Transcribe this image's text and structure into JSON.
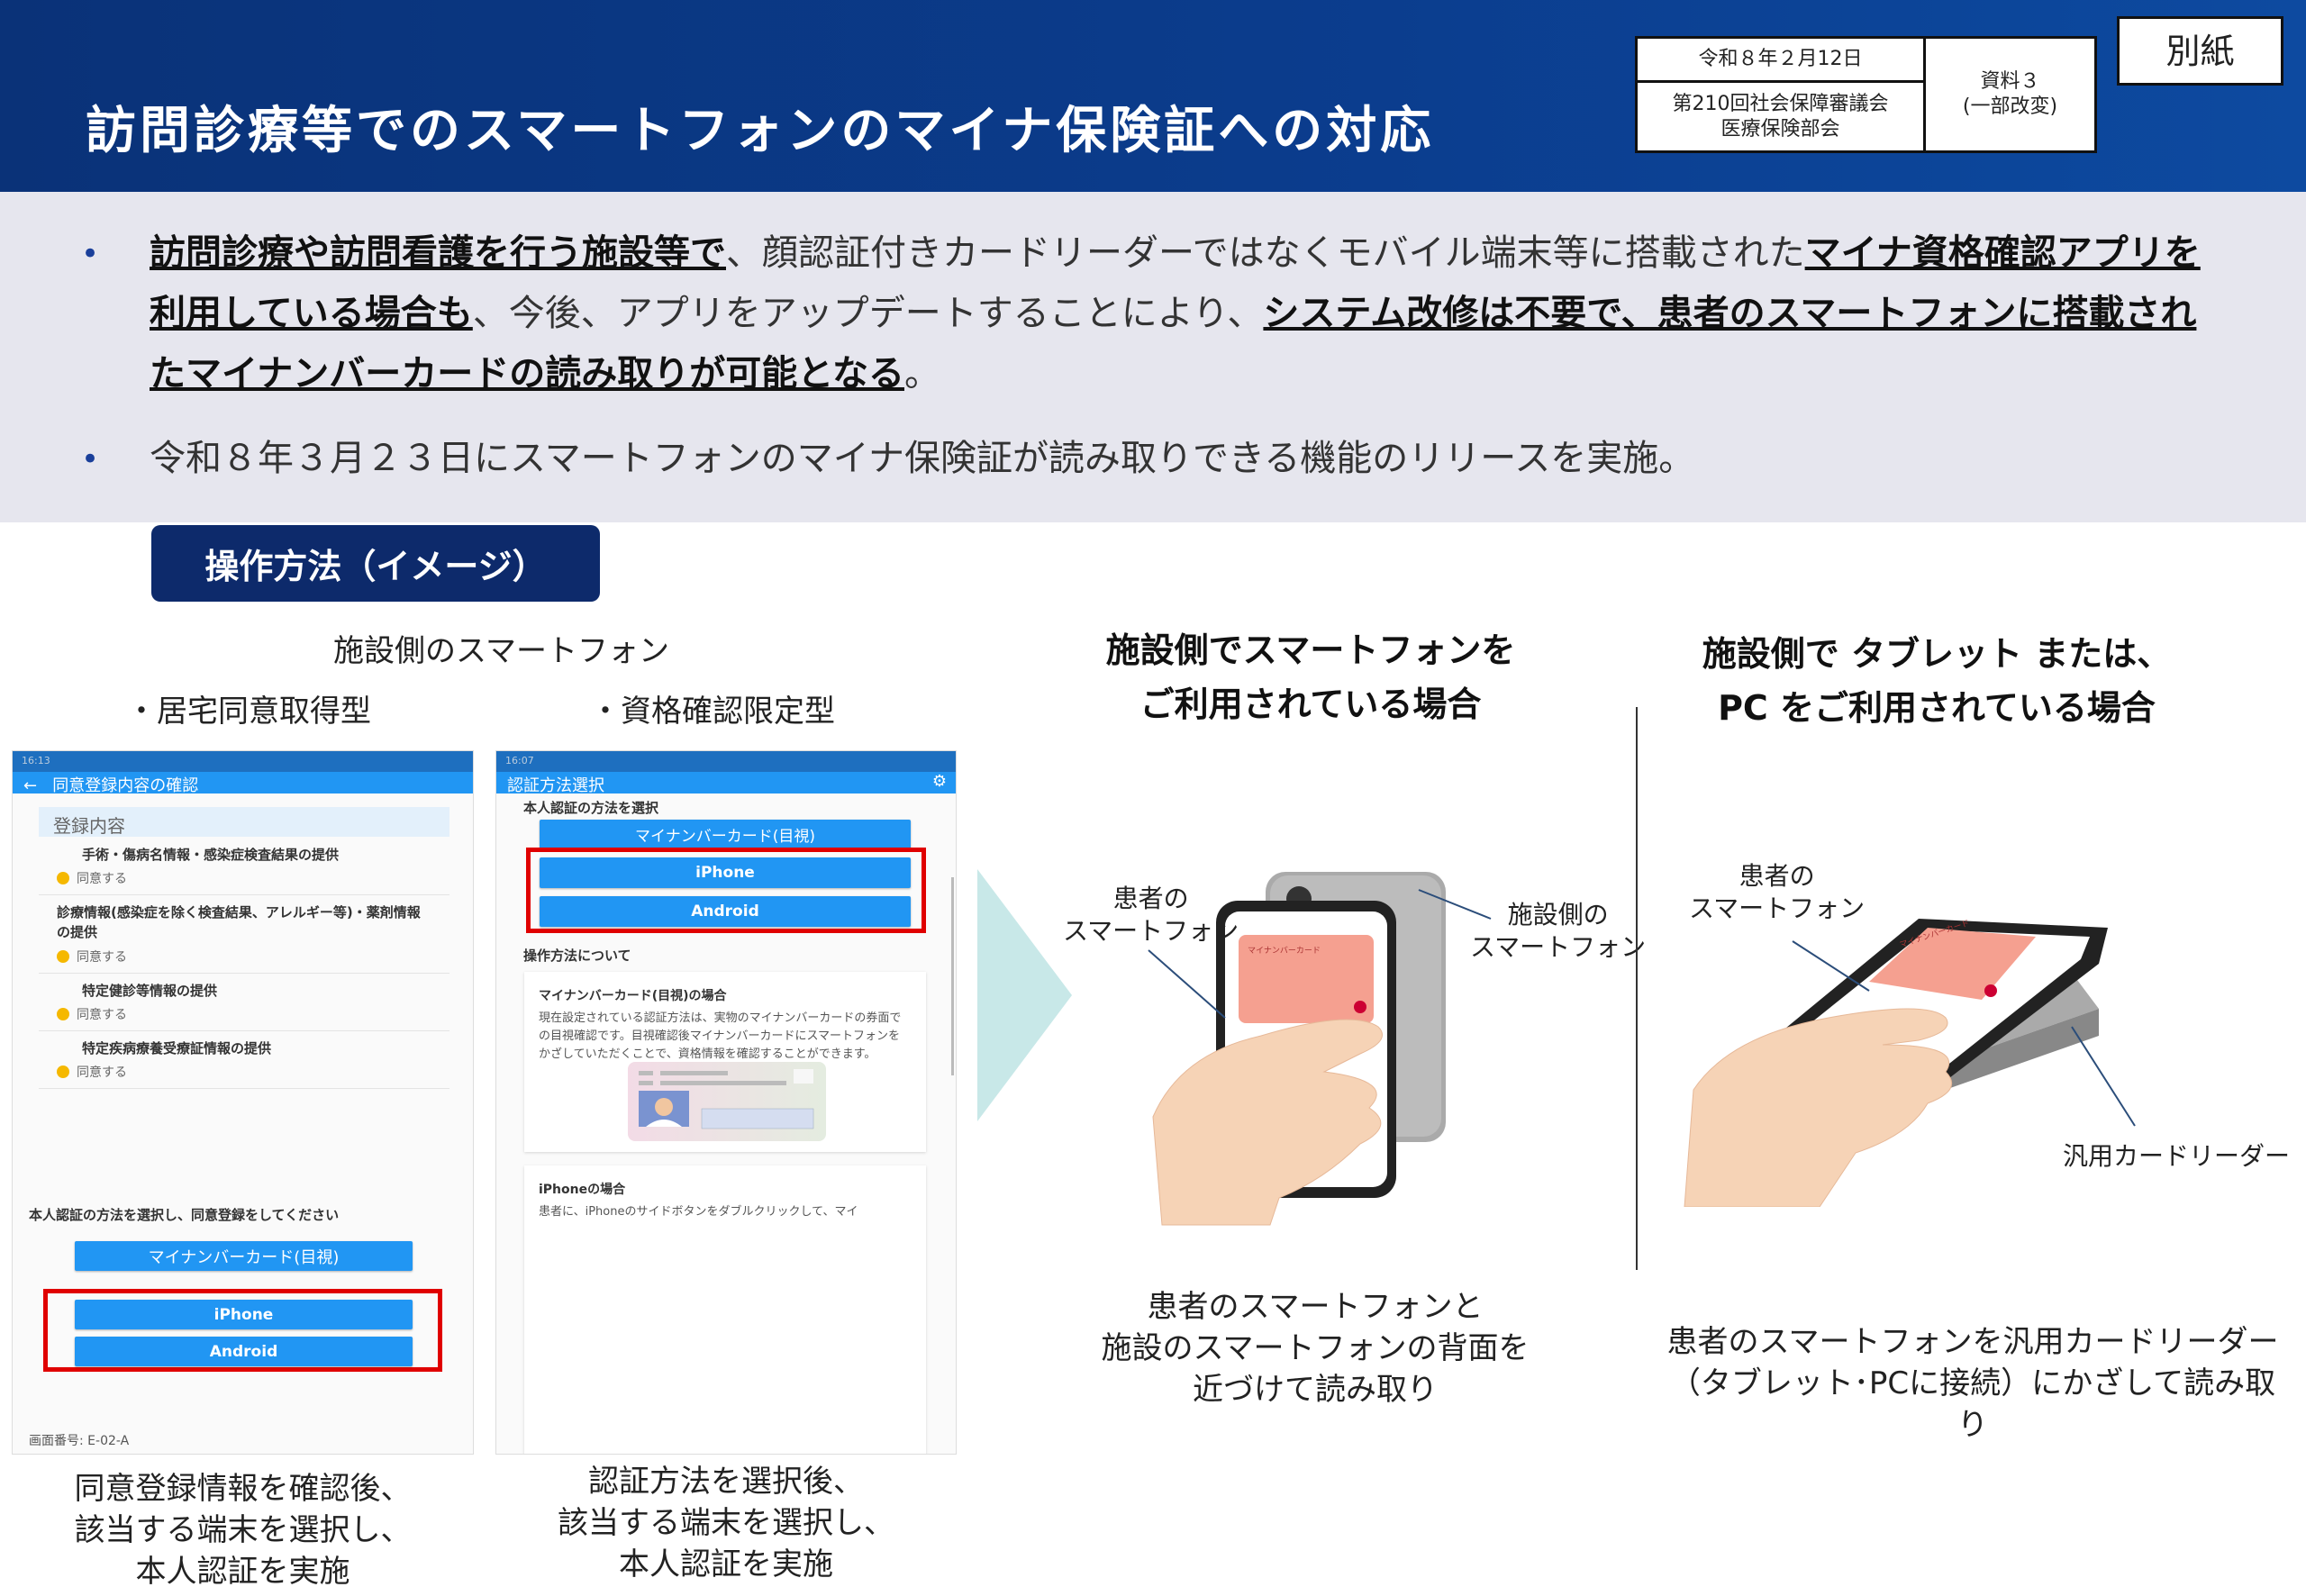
{
  "header": {
    "title": "訪問診療等でのスマートフォンのマイナ保険証への対応",
    "date": "令和８年２月12日",
    "meeting_line1": "第210回社会保障審議会",
    "meeting_line2": "医療保険部会",
    "doc_no": "資料３",
    "doc_note": "(一部改変)",
    "annex": "別紙"
  },
  "bullets": [
    {
      "parts": [
        {
          "t": "訪問診療や訪問看護を行う施設等で",
          "b": true
        },
        {
          "t": "、顔認証付きカードリーダーではなくモバイル端末等に搭載された",
          "b": false
        },
        {
          "t": "マイナ資格確認アプリを利用している場合も",
          "b": true
        },
        {
          "t": "、今後、アプリをアップデートすることにより、",
          "b": false
        },
        {
          "t": "システム改修は不要で、患者のスマートフォンに搭載されたマイナンバーカードの読み取りが可能となる",
          "b": true
        },
        {
          "t": "。",
          "b": false
        }
      ]
    },
    {
      "text": "令和８年３月２３日にスマートフォンのマイナ保険証が読み取りできる機能のリリースを実施。"
    }
  ],
  "section_button": "操作方法（イメージ）",
  "facility_phone_label": "施設側のスマートフォン",
  "type_a": "・居宅同意取得型",
  "type_b": "・資格確認限定型",
  "phone_a": {
    "status": "16:13",
    "title": "同意登録内容の確認",
    "section": "登録内容",
    "items": [
      {
        "label": "手術・傷病名情報・感染症検査結果の提供",
        "status": "同意する"
      },
      {
        "label": "診療情報(感染症を除く検査結果、アレルギー等)・薬剤情報の提供",
        "status": "同意する"
      },
      {
        "label": "特定健診等情報の提供",
        "status": "同意する"
      },
      {
        "label": "特定疾病療養受療証情報の提供",
        "status": "同意する"
      }
    ],
    "prompt": "本人認証の方法を選択し、同意登録をしてください",
    "btn_card": "マイナンバーカード(目視)",
    "btn_iphone": "iPhone",
    "btn_android": "Android",
    "screen_id": "画面番号: E-02-A"
  },
  "phone_b": {
    "status": "16:07",
    "title": "認証方法選択",
    "select_label": "本人認証の方法を選択",
    "btn_card": "マイナンバーカード(目視)",
    "btn_iphone": "iPhone",
    "btn_android": "Android",
    "howto": "操作方法について",
    "card_title": "マイナンバーカード(目視)の場合",
    "card_text": "現在設定されている認証方法は、実物のマイナンバーカードの券面での目視確認です。目視確認後マイナンバーカードにスマートフォンをかざしていただくことで、資格情報を確認することができます。",
    "iphone_title": "iPhoneの場合",
    "iphone_text": "患者に、iPhoneのサイドボタンをダブルクリックして、マイ"
  },
  "caption_a": [
    "同意登録情報を確認後、",
    "該当する端末を選択し、",
    "本人認証を実施"
  ],
  "caption_b": [
    "認証方法を選択後、",
    "該当する端末を選択し、",
    "本人認証を実施"
  ],
  "case_phone": {
    "heading": [
      "施設側でスマートフォンを",
      "ご利用されている場合"
    ],
    "label_patient": [
      "患者の",
      "スマートフォン"
    ],
    "label_facility": [
      "施設側の",
      "スマートフォン"
    ],
    "card_text": "マイナンバーカード",
    "caption": [
      "患者のスマートフォンと",
      "施設のスマートフォンの背面を",
      "近づけて読み取り"
    ]
  },
  "case_pc": {
    "heading": [
      "施設側で タブレット または、",
      "PC をご利用されている場合"
    ],
    "label_patient": [
      "患者の",
      "スマートフォン"
    ],
    "label_reader": "汎用カードリーダー",
    "card_text": "マイナンバーカード",
    "caption": [
      "患者のスマートフォンを汎用カードリーダー",
      "（タブレット･PCに接続）にかざして読み取り"
    ]
  },
  "colors": {
    "header": "#0b3d8e",
    "band": "#e6e6ee",
    "app_blue": "#2196f3",
    "highlight": "#e00000",
    "arrow": "#c8e8e8"
  }
}
